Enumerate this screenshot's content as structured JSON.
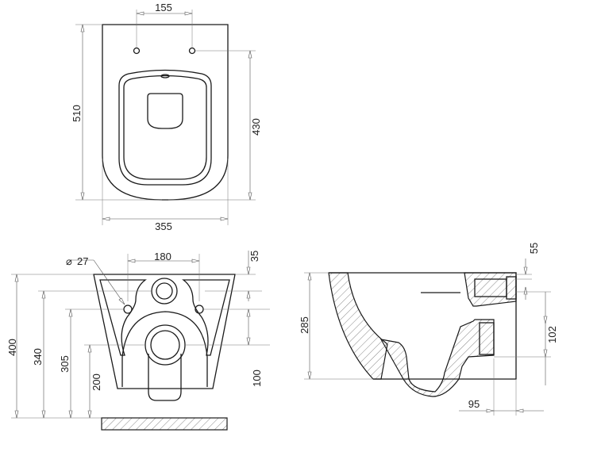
{
  "top_view": {
    "dim_bolt_spacing": "155",
    "dim_total_length": "510",
    "dim_bolt_to_front": "430",
    "dim_width": "355"
  },
  "rear_view": {
    "dim_hole_diameter_symbol": "⌀",
    "dim_hole_diameter": "27",
    "dim_hole_spacing": "180",
    "dim_top_offset": "35",
    "dim_total_height": "400",
    "dim_height_340": "340",
    "dim_height_305": "305",
    "dim_height_200": "200",
    "dim_height_100": "100"
  },
  "side_view": {
    "dim_55": "55",
    "dim_285": "285",
    "dim_102": "102",
    "dim_95": "95"
  }
}
